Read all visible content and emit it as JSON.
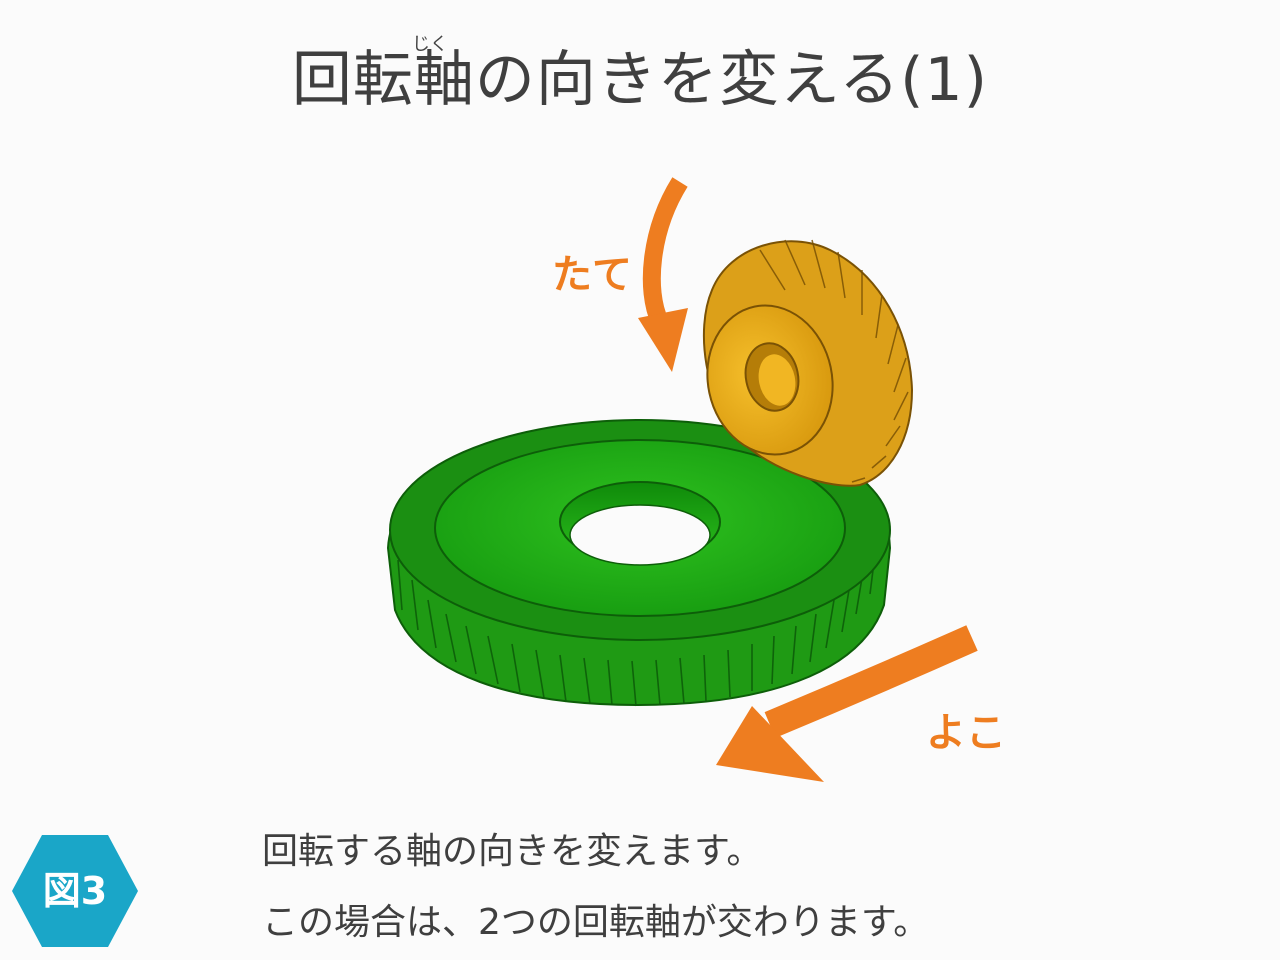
{
  "title": {
    "text": "回転軸の向きを変える(1)",
    "ruby": "じく"
  },
  "labels": {
    "vertical": "たて",
    "horizontal": "よこ"
  },
  "caption": {
    "line1": "回転する軸の向きを変えます。",
    "line2": "この場合は、2つの回転軸が交わります。"
  },
  "figure_badge": "図3",
  "colors": {
    "arrow": "#ee7d20",
    "green_gear": "#22a31a",
    "yellow_gear": "#e8a81a",
    "badge": "#1aa6c8"
  }
}
